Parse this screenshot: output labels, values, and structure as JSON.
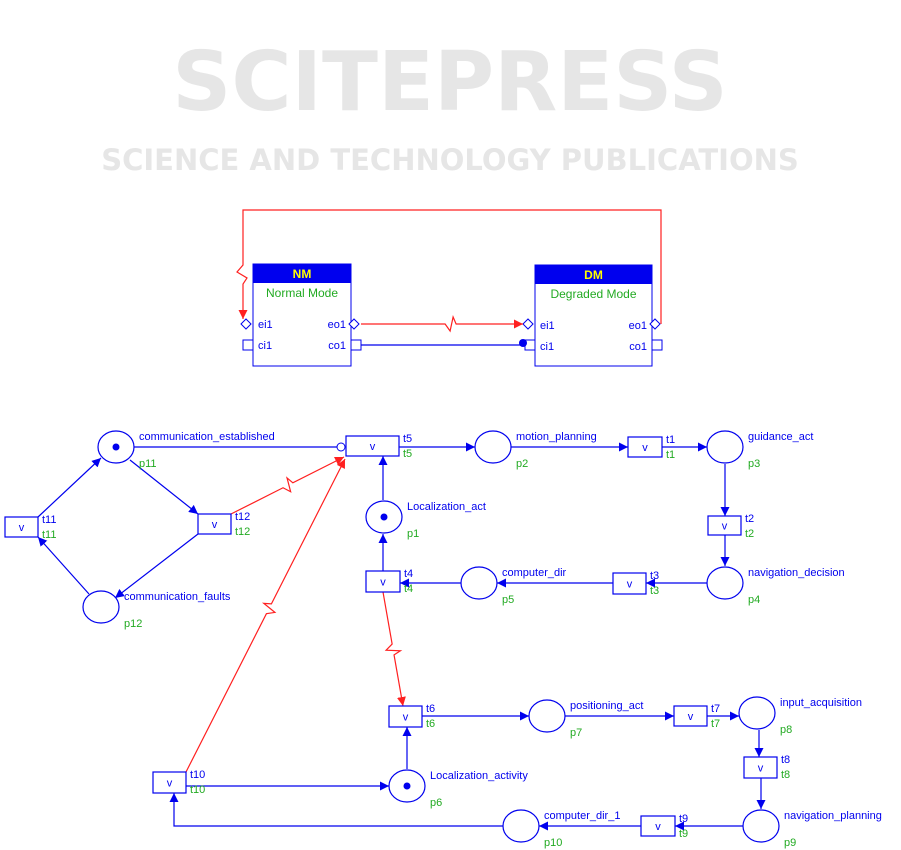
{
  "watermark": {
    "title": "SCITEPRESS",
    "subtitle": "SCIENCE AND TECHNOLOGY PUBLICATIONS"
  },
  "colors": {
    "arc": "#0000ee",
    "fault_arc": "#ff2020",
    "header": "#0000ee",
    "header_text": "#ffff00",
    "subtitle": "#22aa22"
  },
  "modules": [
    {
      "id": "NM",
      "title": "NM",
      "subtitle": "Normal Mode",
      "ports": {
        "ei": "ei1",
        "eo": "eo1",
        "ci": "ci1",
        "co": "co1"
      }
    },
    {
      "id": "DM",
      "title": "DM",
      "subtitle": "Degraded Mode",
      "ports": {
        "ei": "ei1",
        "eo": "eo1",
        "ci": "ci1",
        "co": "co1"
      }
    }
  ],
  "places": [
    {
      "id": "p11",
      "label": "communication_established",
      "token": true
    },
    {
      "id": "p12",
      "label": "communication_faults",
      "token": false
    },
    {
      "id": "p2",
      "label": "motion_planning",
      "token": false
    },
    {
      "id": "p3",
      "label": "guidance_act",
      "token": false
    },
    {
      "id": "p1",
      "label": "Localization_act",
      "token": true
    },
    {
      "id": "p5",
      "label": "computer_dir",
      "token": false
    },
    {
      "id": "p4",
      "label": "navigation_decision",
      "token": false
    },
    {
      "id": "p7",
      "label": "positioning_act",
      "token": false
    },
    {
      "id": "p8",
      "label": "input_acquisition",
      "token": false
    },
    {
      "id": "p6",
      "label": "Localization_activity",
      "token": true
    },
    {
      "id": "p9",
      "label": "navigation_planning",
      "token": false
    },
    {
      "id": "p10",
      "label": "computer_dir_1",
      "token": false
    }
  ],
  "transitions": [
    {
      "id": "t5",
      "glyph": "v"
    },
    {
      "id": "t1",
      "glyph": "v"
    },
    {
      "id": "t2",
      "glyph": "v"
    },
    {
      "id": "t3",
      "glyph": "v"
    },
    {
      "id": "t4",
      "glyph": "v"
    },
    {
      "id": "t12",
      "glyph": "v"
    },
    {
      "id": "t11",
      "glyph": "v"
    },
    {
      "id": "t6",
      "glyph": "v"
    },
    {
      "id": "t7",
      "glyph": "v"
    },
    {
      "id": "t8",
      "glyph": "v"
    },
    {
      "id": "t9",
      "glyph": "v"
    },
    {
      "id": "t10",
      "glyph": "v"
    }
  ]
}
